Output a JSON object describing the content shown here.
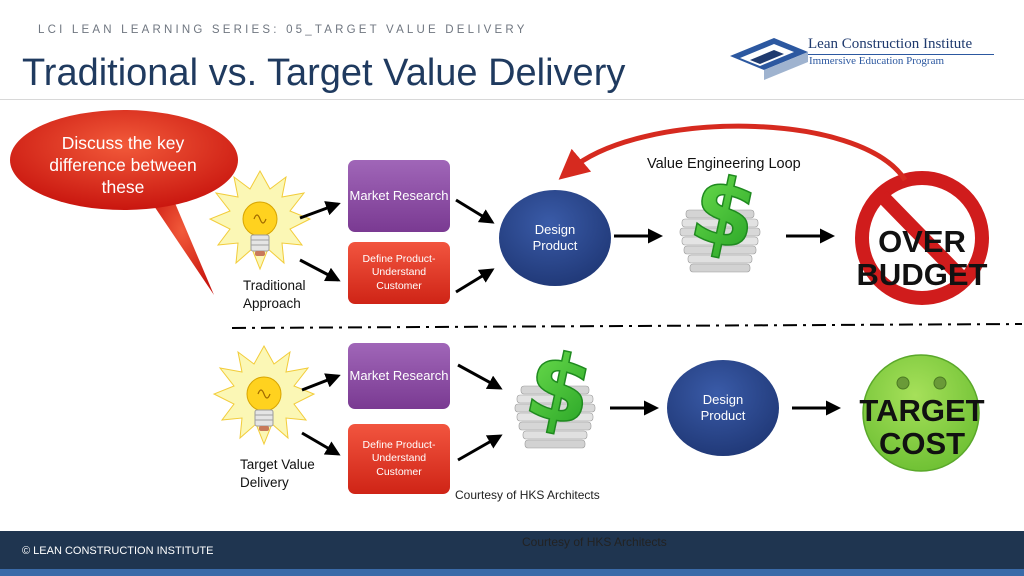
{
  "header": {
    "series_label": "LCI LEAN LEARNING SERIES: 05_TARGET VALUE DELIVERY",
    "title": "Traditional vs. Target Value Delivery",
    "logo_name": "Lean Construction Institute",
    "logo_tagline": "Immersive Education Program"
  },
  "callout": {
    "text": "Discuss the key difference between these"
  },
  "traditional": {
    "label": "Traditional Approach",
    "market_research": "Market Research",
    "define_product": "Define Product-Understand Customer",
    "design_product": "Design Product",
    "loop_label": "Value Engineering Loop",
    "outcome": "OVER BUDGET"
  },
  "target_value": {
    "label": "Target Value Delivery",
    "market_research": "Market Research",
    "define_product": "Define Product-Understand Customer",
    "design_product": "Design Product",
    "outcome": "TARGET COST"
  },
  "credits": {
    "courtesy_overlap": "Courtesy of HKS Architects",
    "courtesy": "Courtesy of HKS Architects"
  },
  "footer": {
    "copyright": "© LEAN CONSTRUCTION INSTITUTE"
  },
  "colors": {
    "title": "#1f3a5f",
    "purple_box": "#8e4aa3",
    "red_box": "#e23a2a",
    "design_circle": "#2a4588",
    "dollar_green": "#3cc33a",
    "no_sign_red": "#d01c1c",
    "smiley_green": "#8fd44a",
    "footer_bg": "#1f3550"
  },
  "icons": [
    "lightbulb-icon",
    "dollar-coins-icon",
    "no-sign-icon",
    "smiley-icon",
    "arrow-icon"
  ]
}
